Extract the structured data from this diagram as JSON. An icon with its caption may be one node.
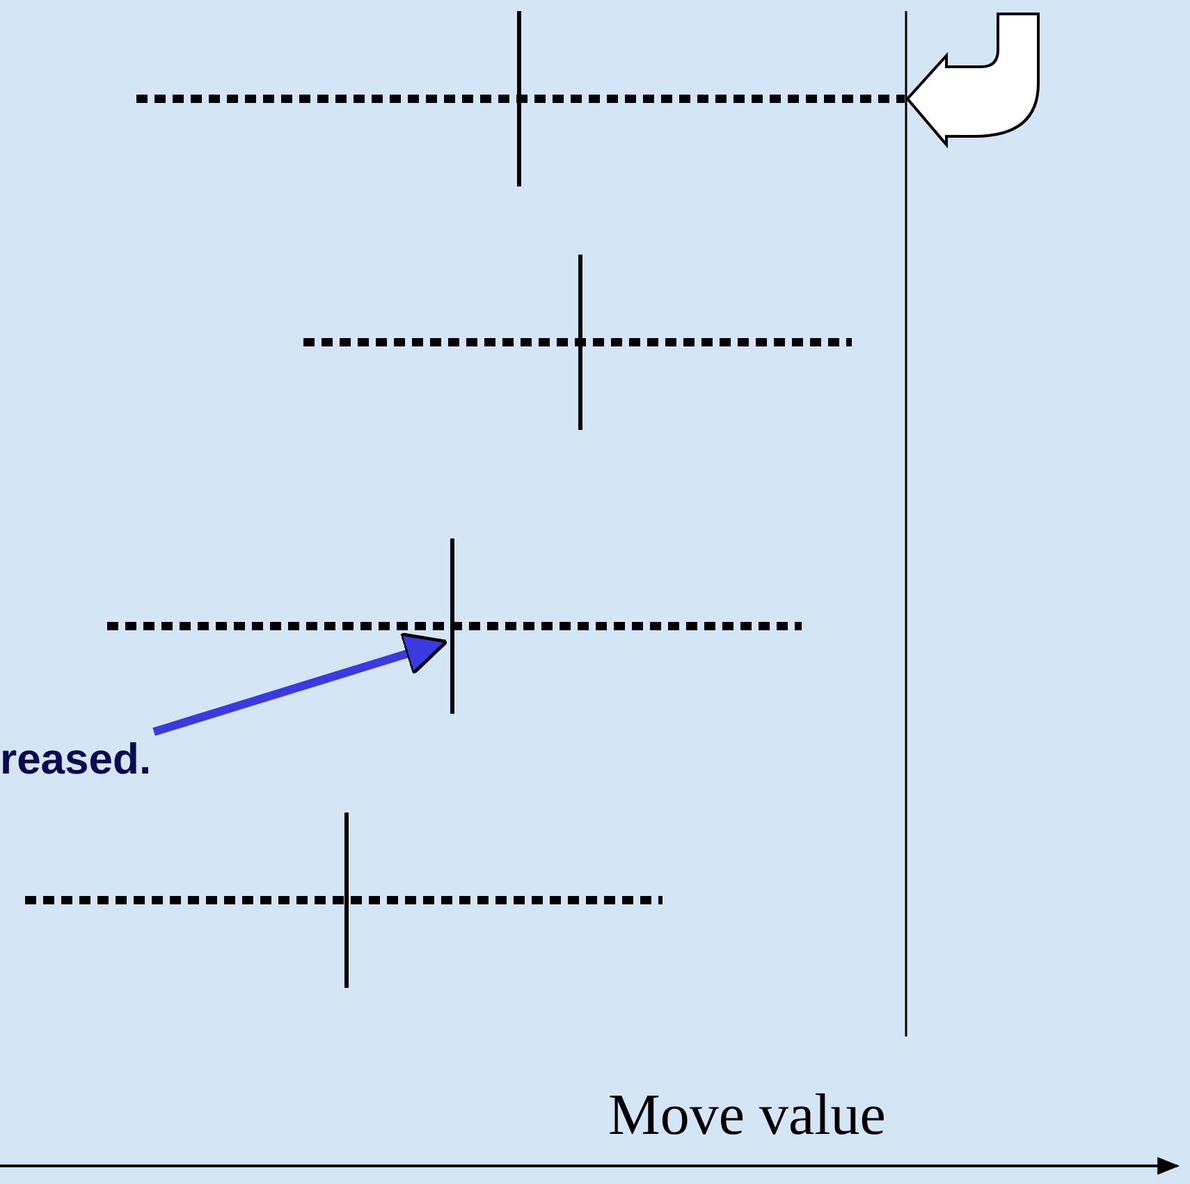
{
  "diagram": {
    "nodes": [
      {
        "text": [],
        "shape": "bar"
      },
      {
        "text": [],
        "shape": "bar"
      },
      {
        "text": [],
        "shape": "bar"
      },
      {
        "text": [
          "reased."
        ]
      },
      {
        "text": [],
        "shape": "bar"
      }
    ],
    "edges": [
      {
        "from": 3,
        "to": 2,
        "arrow": "to"
      }
    ],
    "labels": [
      "Move value"
    ]
  }
}
